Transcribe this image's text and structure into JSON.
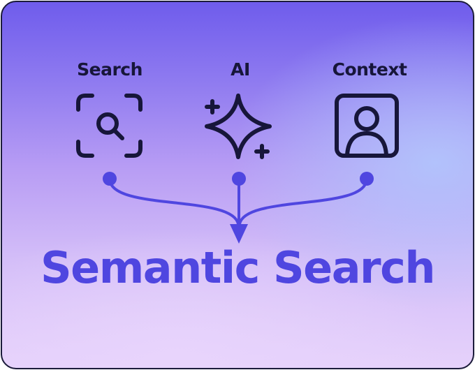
{
  "nodes": [
    {
      "label": "Search",
      "icon": "search-scan-icon"
    },
    {
      "label": "AI",
      "icon": "sparkle-icon"
    },
    {
      "label": "Context",
      "icon": "user-profile-icon"
    }
  ],
  "title": "Semantic Search",
  "colors": {
    "accent": "#4f46e0",
    "ink": "#17163a",
    "border": "#1b1b3a",
    "gradient_top": "#6f5cec",
    "gradient_bottom": "#e6d2fb"
  }
}
